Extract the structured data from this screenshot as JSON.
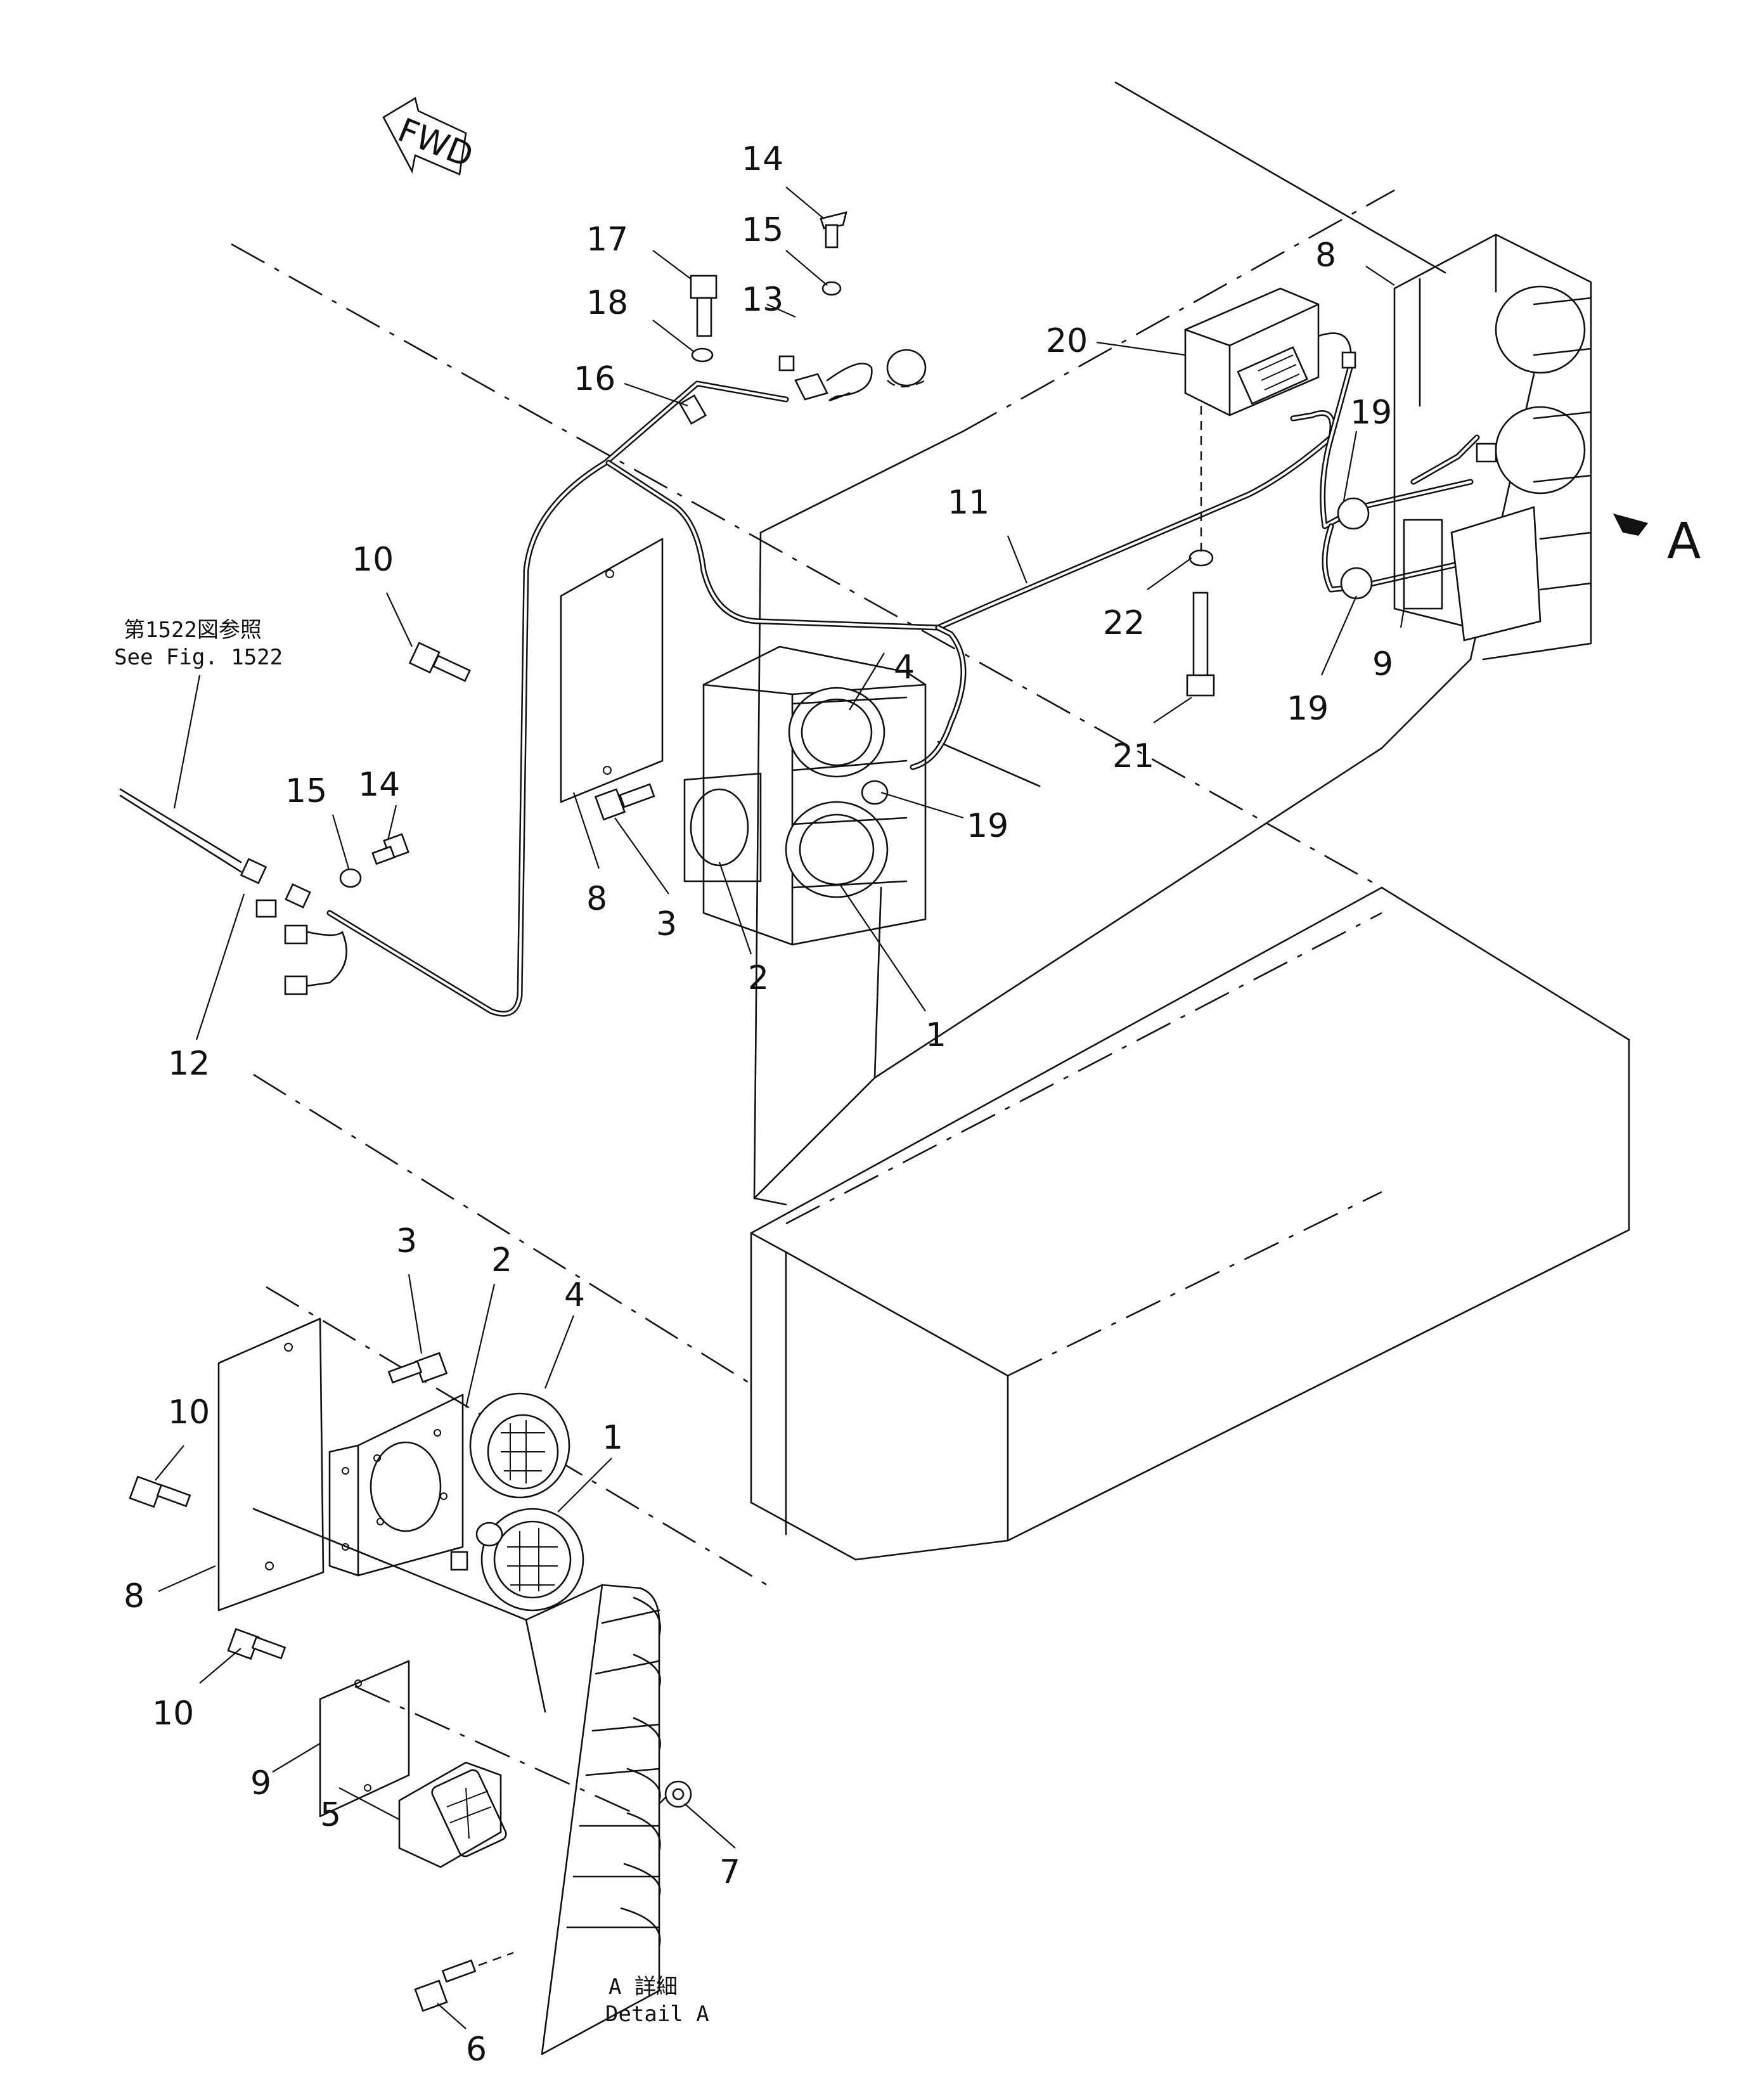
{
  "arrow_fwd": {
    "label": "FWD"
  },
  "view_arrow": {
    "label": "A"
  },
  "notes": {
    "see_fig_jp": "第1522図参照",
    "see_fig_en": "See Fig. 1522",
    "detail_jp": "A 詳細",
    "detail_en": "Detail A"
  },
  "callouts": {
    "c14_top": "14",
    "c15_top": "15",
    "c17": "17",
    "c13": "13",
    "c18": "18",
    "c16": "16",
    "c20": "20",
    "c8_right": "8",
    "c19_a": "19",
    "c11": "11",
    "c10_top": "10",
    "c22": "22",
    "c9_right": "9",
    "c19_b": "19",
    "c4_main": "4",
    "c21": "21",
    "c14_left": "14",
    "c15_left": "15",
    "c19_main": "19",
    "c12": "12",
    "c8_main": "8",
    "c3_main": "3",
    "c2_main": "2",
    "c1_main": "1",
    "c3_det": "3",
    "c2_det": "2",
    "c4_det": "4",
    "c10_det_a": "10",
    "c1_det": "1",
    "c8_det": "8",
    "c10_det_b": "10",
    "c9_det": "9",
    "c5_det": "5",
    "c7_det": "7",
    "c6_det": "6"
  }
}
